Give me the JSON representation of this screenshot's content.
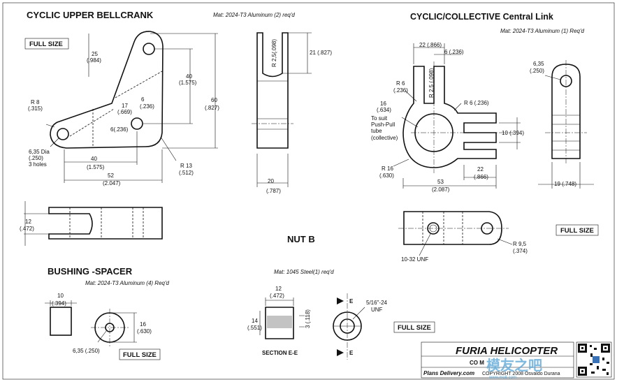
{
  "bellcrank": {
    "title": "CYCLIC UPPER BELLCRANK",
    "material": "Mat: 2024-T3 Aluminum (2) req'd",
    "full_size": "FULL SIZE",
    "dims": {
      "d25": "25",
      "d25b": "(.984)",
      "r8": "R 8",
      "r8b": "(.315)",
      "d40v": "40",
      "d40vb": "(1.575)",
      "d6": "6",
      "d6b": "(.236)",
      "d17": "17",
      "d17b": "(.669)",
      "d6h": "6(.236)",
      "dia": "6,35 Dia",
      "diab": "(.250)",
      "diac": "3 holes",
      "d40h": "40",
      "d40hb": "(1.575)",
      "d52": "52",
      "d52b": "(2.047)",
      "r13": "R 13",
      "r13b": "(.512)",
      "d60": "60",
      "d60b": "(.827)",
      "r25": "R 2,5(.098)",
      "d21": "21 (.827)",
      "d20": "20",
      "d20b": "(.787)",
      "d12": "12",
      "d12b": "(.472)"
    }
  },
  "link": {
    "title": "CYCLIC/COLLECTIVE Central Link",
    "material": "Mat: 2024-T3 Aluminum (1) Req'd",
    "full_size": "FULL SIZE",
    "dims": {
      "d22t": "22 (.866)",
      "d6t": "6  (.236)",
      "r6l": "R 6",
      "r6lb": "(.236)",
      "r25": "R 2,5 (.098)",
      "r6r": "R 6 (.236)",
      "d16": "16",
      "d16b": "(.634)",
      "suit1": "To suit",
      "suit2": "Push-Pull",
      "suit3": "tube",
      "suit4": "(collective)",
      "d10": "10 (.394)",
      "r16": "R 16",
      "r16b": "(.630)",
      "d22": "22",
      "d22b": "(.866)",
      "d53": "53",
      "d53b": "(2.087)",
      "d635": "6,35",
      "d635b": "(.250)",
      "d19": "19 (.748)",
      "r95": "R 9,5",
      "r95b": "(.374)",
      "unf": "10-32 UNF"
    }
  },
  "bushing": {
    "title": "BUSHING -SPACER",
    "material": "Mat: 2024-T3 Aluminum (4) Req'd",
    "full_size": "FULL SIZE",
    "dims": {
      "d10": "10",
      "d10b": "(.394)",
      "d16": "16",
      "d16b": "(.630)",
      "d635": "6,35 (.250)"
    }
  },
  "nut": {
    "title": "NUT B",
    "material": "Mat: 1045 Steel(1) req'd",
    "full_size": "FULL SIZE",
    "dims": {
      "d12": "12",
      "d12b": "(.472)",
      "d14": "14",
      "d14b": "(.551)",
      "d3": "3 (.118)",
      "section": "SECTION E-E",
      "e1": "E",
      "e2": "E",
      "thread": "5/16\"-24",
      "threadb": "UNF"
    }
  },
  "titleblock": {
    "brand": "FURIA HELICOPTER",
    "row2": "CO          M",
    "footer": "Plans Delivery.com",
    "copyright": "COPYRIGHT 2008 Osvaldo Durana",
    "watermark": "模友之吧",
    "watermark_url": "www.mo8.com"
  }
}
